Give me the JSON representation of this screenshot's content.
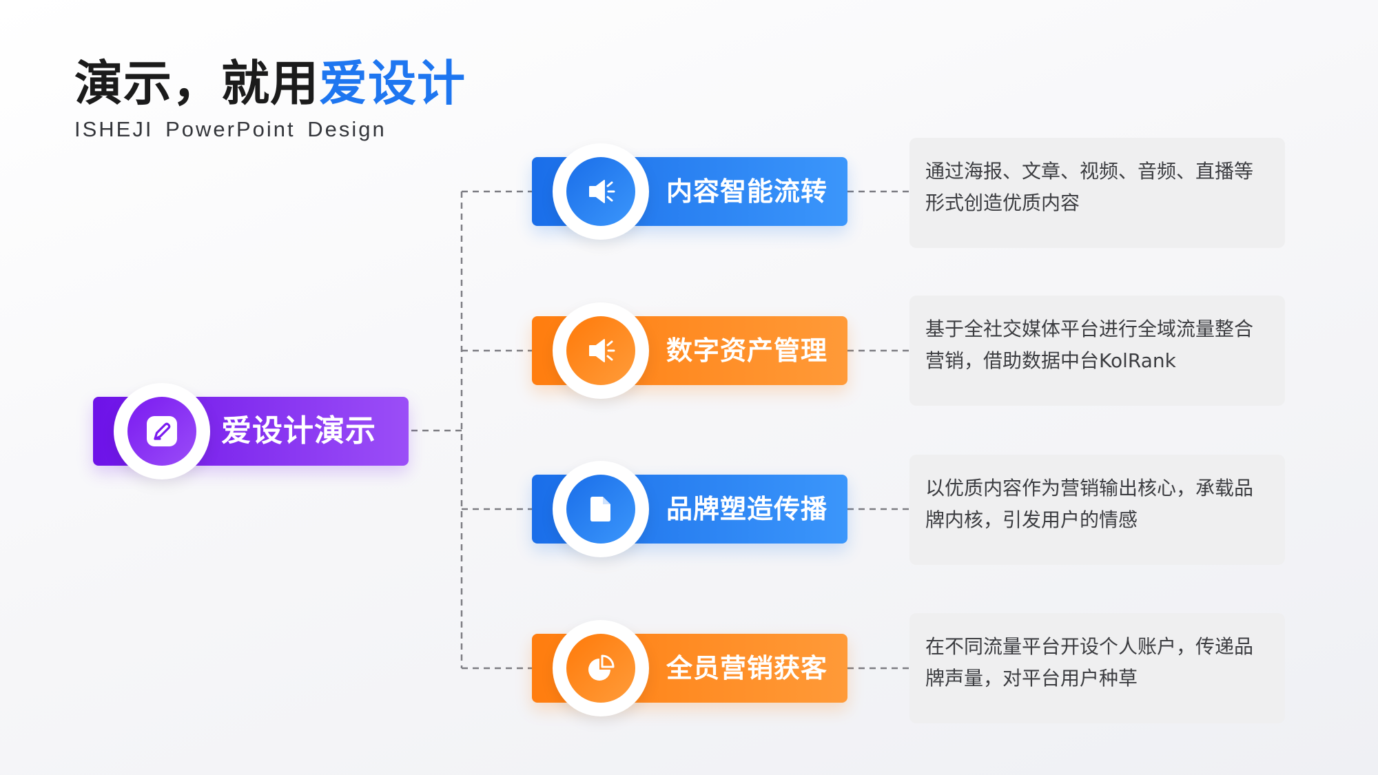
{
  "title": {
    "main": "演示，就用",
    "accent": "爱设计",
    "subtitle": "ISHEJI PowerPoint Design"
  },
  "root": {
    "label": "爱设计演示",
    "icon": "edit-icon",
    "color": "#7a1bf0"
  },
  "items": [
    {
      "label": "内容智能流转",
      "icon": "megaphone-icon",
      "color": "#1e76f0",
      "description": "通过海报、文章、视频、音频、直播等形式创造优质内容"
    },
    {
      "label": "数字资产管理",
      "icon": "megaphone-icon",
      "color": "#ff8410",
      "description": "基于全社交媒体平台进行全域流量整合营销，借助数据中台KolRank"
    },
    {
      "label": "品牌塑造传播",
      "icon": "document-icon",
      "color": "#1e76f0",
      "description": "以优质内容作为营销输出核心，承载品牌内核，引发用户的情感"
    },
    {
      "label": "全员营销获客",
      "icon": "pie-chart-icon",
      "color": "#ff8410",
      "description": "在不同流量平台开设个人账户，传递品牌声量，对平台用户种草"
    }
  ]
}
